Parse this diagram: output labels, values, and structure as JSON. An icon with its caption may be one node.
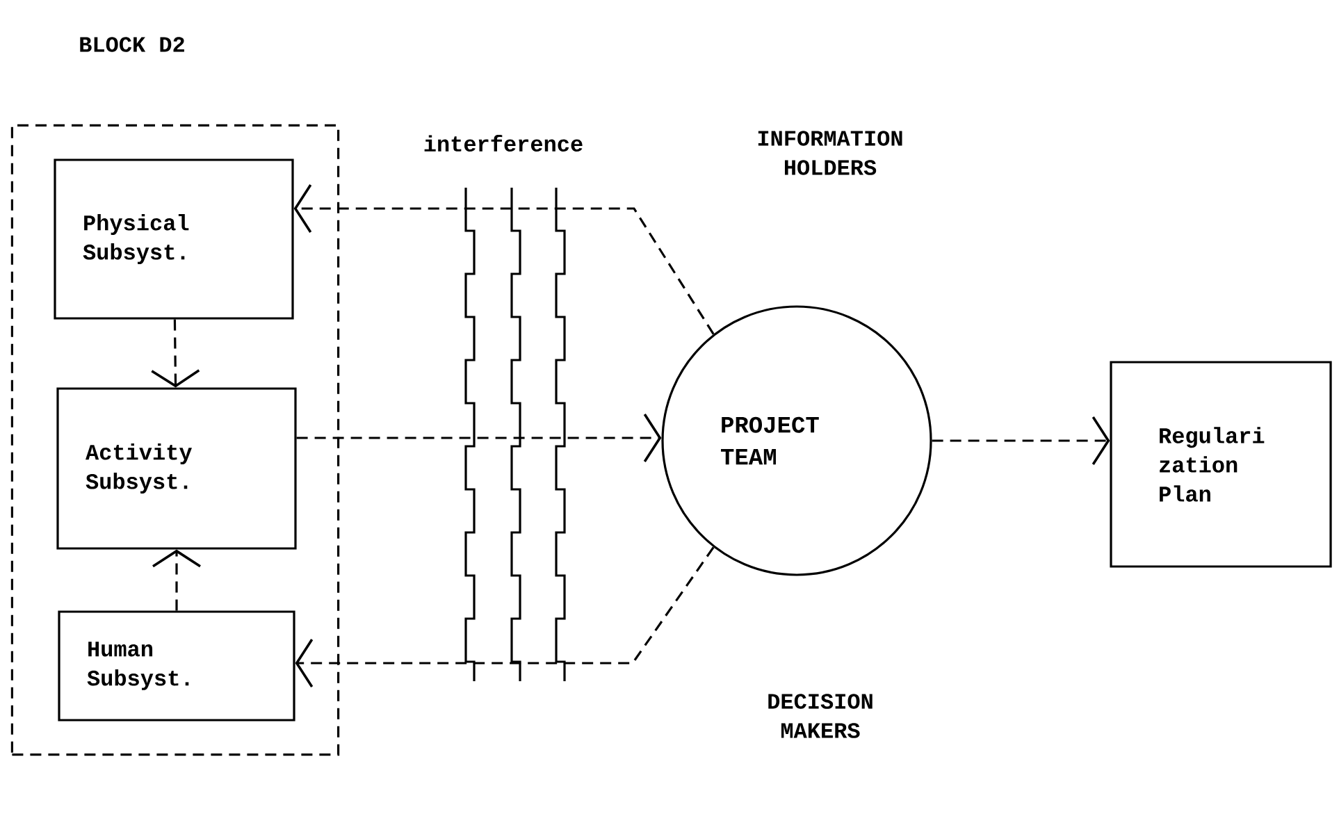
{
  "diagram": {
    "nodes": [
      {
        "text": [
          "BLOCK D2"
        ]
      },
      {
        "text": [
          "Physical Subsyst."
        ],
        "in": 0
      },
      {
        "text": [
          "Activity Subsyst."
        ],
        "in": 0
      },
      {
        "text": [
          "Human Subsyst."
        ],
        "in": 0
      },
      {
        "text": [
          "PROJECT TEAM"
        ]
      },
      {
        "text": [
          "Regulari zation Plan"
        ]
      }
    ],
    "edges": [
      {
        "from": 4,
        "to": 1,
        "arrow": "to",
        "style": "dashed"
      },
      {
        "from": 1,
        "to": 2,
        "arrow": "to",
        "style": "dashed"
      },
      {
        "from": 2,
        "to": 4,
        "arrow": "to",
        "style": "dashed"
      },
      {
        "from": 3,
        "to": 2,
        "arrow": "to",
        "style": "dashed"
      },
      {
        "from": 4,
        "to": 3,
        "arrow": "to",
        "style": "dashed"
      },
      {
        "from": 4,
        "to": 5,
        "arrow": "to",
        "style": "dashed"
      }
    ],
    "labels": [
      "interference",
      "INFORMATION HOLDERS",
      "DECISION MAKERS"
    ]
  }
}
